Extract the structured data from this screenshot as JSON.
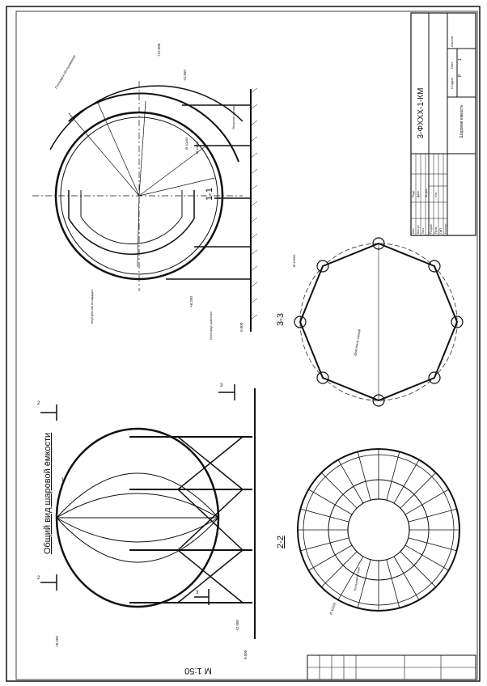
{
  "drawing": {
    "title": "Общий вид шаровой ёмкости",
    "scale": "М 1:50",
    "code": "3-ФХХХ-1-КМ",
    "object_name": "Шаровая емкость",
    "sheet_label": "Лист",
    "sheets_label": "Листов",
    "stage_label": "Стадия",
    "stage": "Р",
    "sheet": "1"
  },
  "sections": {
    "s11": "1-1",
    "s22": "2-2",
    "s33": "3-3",
    "cut1": "1",
    "cut2": "2",
    "cut3": "3"
  },
  "levels": {
    "top": "+12.500",
    "mid": "+8.250",
    "support": "+2.950",
    "ground": "0.000"
  },
  "notes": {
    "platform_top": "Площадка обслуживания",
    "platform_inner": "Внутренняя площадка",
    "support_ring": "Опорное кольцо",
    "stairs": "Лестница шахтная",
    "diam_outer": "Ø 10500",
    "diam_inner": "Ø 10300",
    "octagon_note": "Диагонали связей",
    "ring_note": "Кольцевой пояс"
  },
  "title_block": {
    "rows": [
      "Изм.",
      "Кол.уч",
      "Лист",
      "№ док.",
      "Подп.",
      "Дата"
    ],
    "roles": [
      "Разраб.",
      "Пров.",
      "ГИП",
      "Н.контр.",
      "Утв."
    ]
  }
}
